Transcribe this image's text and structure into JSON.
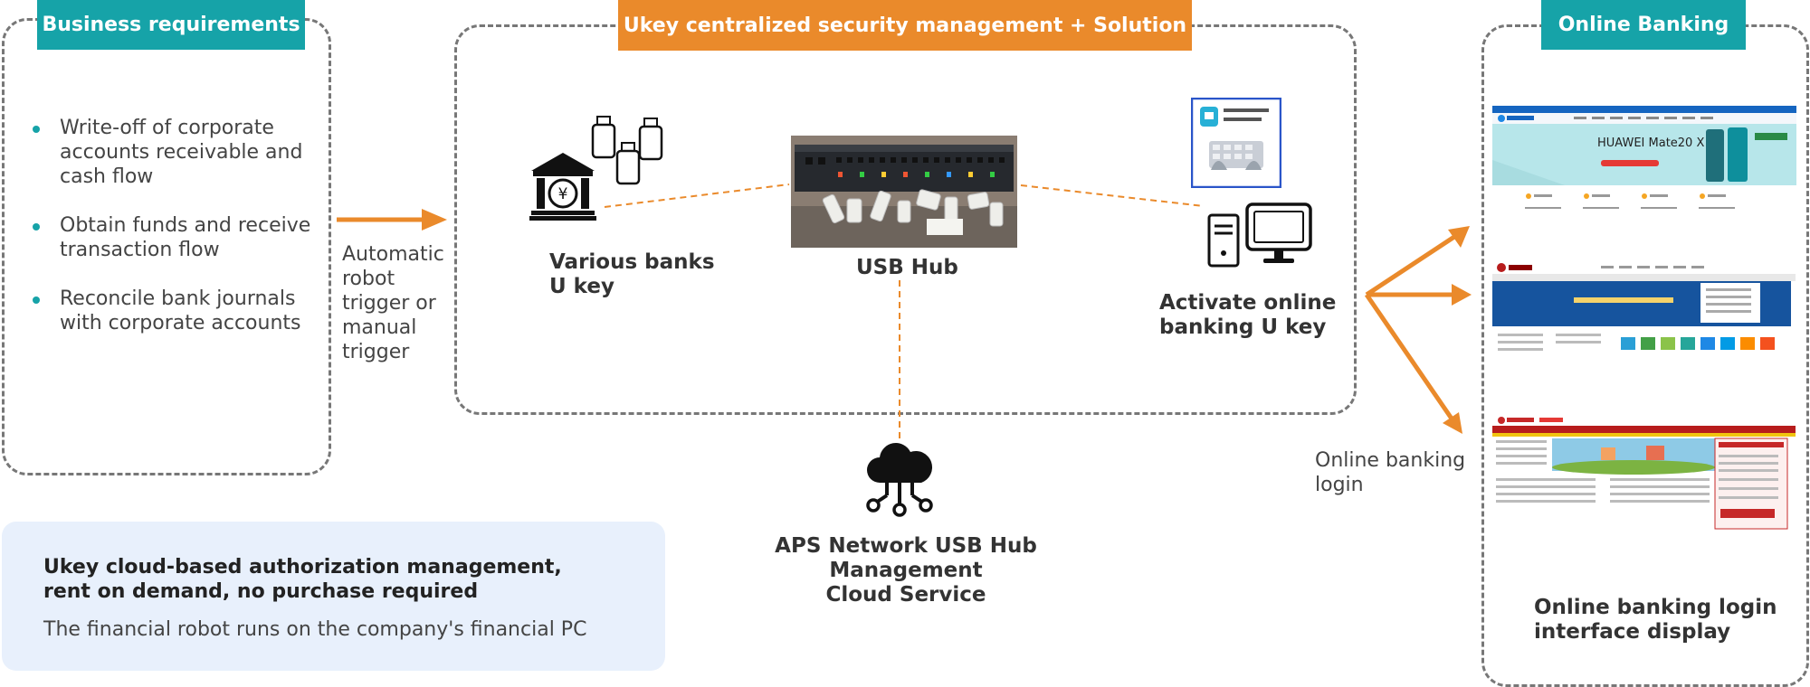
{
  "business": {
    "title": "Business requirements",
    "items": [
      "Write-off of corporate accounts receivable and cash flow",
      "Obtain funds and receive transaction flow",
      "Reconcile bank journals with corporate accounts"
    ]
  },
  "trigger_label": "Automatic\nrobot\ntrigger or\nmanual\ntrigger",
  "solution": {
    "title": "Ukey centralized security management + Solution",
    "banks_label": "Various banks\nU key",
    "hub_label": "USB Hub",
    "activate_label": "Activate online\nbanking  U key"
  },
  "cloud_label": "APS Network USB Hub Management\nCloud Service",
  "info": {
    "title": "Ukey cloud-based authorization management,\nrent on demand, no purchase required",
    "desc": "The financial robot runs on the company's financial PC"
  },
  "login_label": "Online banking\nlogin",
  "online": {
    "title": "Online Banking",
    "display_label": "Online banking login\ninterface display",
    "screen1_banner": "HUAWEI Mate20 X"
  },
  "colors": {
    "teal": "#16a3a8",
    "orange": "#ea8a2b",
    "dash": "#777777",
    "info_bg": "#e8f0fc"
  }
}
